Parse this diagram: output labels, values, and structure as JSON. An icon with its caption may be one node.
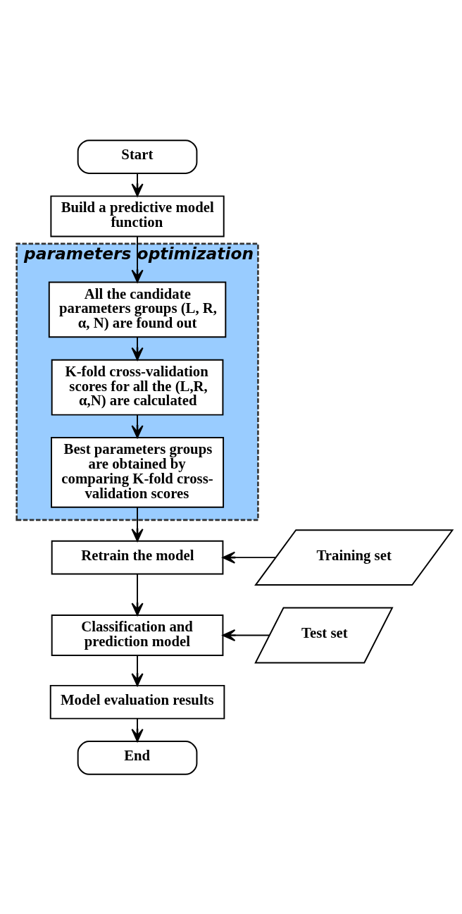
{
  "diagram": {
    "nodes": [
      {
        "text": [
          "Start"
        ]
      },
      {
        "text": [
          "Build a predictive model function"
        ]
      },
      {
        "text": [
          "parameters optimization"
        ]
      },
      {
        "text": [
          "All the candidate parameters groups (L, R, α, N) are found out"
        ],
        "in": 2
      },
      {
        "text": [
          "K-fold cross-validation scores for all the (L,R, α,N) are calculated"
        ],
        "in": 2
      },
      {
        "text": [
          "Best parameters groups are obtained by comparing K-fold cross-validation scores"
        ],
        "in": 2
      },
      {
        "text": [
          "Retrain the model"
        ]
      },
      {
        "text": [
          "Training set"
        ]
      },
      {
        "text": [
          "Classification and prediction model"
        ]
      },
      {
        "text": [
          "Test set"
        ]
      },
      {
        "text": [
          "Model evaluation results"
        ]
      },
      {
        "text": [
          "End"
        ]
      }
    ],
    "edges": [
      {
        "from": 0,
        "to": 1,
        "arrow": "to"
      },
      {
        "from": 1,
        "to": 3,
        "arrow": "to"
      },
      {
        "from": 3,
        "to": 4,
        "arrow": "to"
      },
      {
        "from": 4,
        "to": 5,
        "arrow": "to"
      },
      {
        "from": 5,
        "to": 6,
        "arrow": "to"
      },
      {
        "from": 7,
        "to": 6,
        "arrow": "to"
      },
      {
        "from": 6,
        "to": 8,
        "arrow": "to"
      },
      {
        "from": 9,
        "to": 8,
        "arrow": "to"
      },
      {
        "from": 8,
        "to": 10,
        "arrow": "to"
      },
      {
        "from": 10,
        "to": 11,
        "arrow": "to"
      }
    ]
  }
}
